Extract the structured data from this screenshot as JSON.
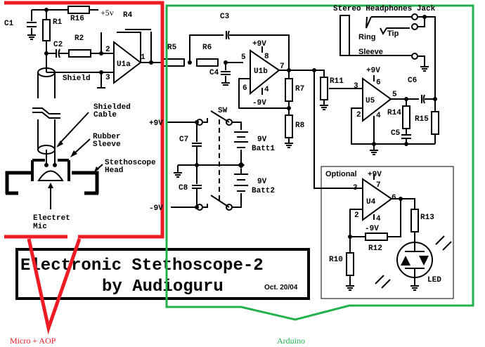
{
  "title": {
    "line1": "Electronic Stethoscope-2",
    "line2": "by Audioguru",
    "date": "Oct. 20/04"
  },
  "regions": {
    "red": {
      "label": "Micro + AOP",
      "color": "#ed1c24"
    },
    "green": {
      "label": "Arduino",
      "color": "#22b14c"
    }
  },
  "components": {
    "C1": "C1",
    "R1": "R1",
    "R16": "R16",
    "v5": "+5v",
    "R4": "R4",
    "C2": "C2",
    "R2": "R2",
    "U1a": "U1a",
    "pin2": "2",
    "pin3": "3",
    "pin1": "1",
    "shield": "Shield",
    "R5": "R5",
    "R6": "R6",
    "C3": "C3",
    "C4": "C4",
    "U1b": "U1b",
    "p5": "5",
    "p6": "6",
    "p7": "7",
    "p8": "8",
    "p4": "4",
    "u1b_vp": "+9V",
    "u1b_vn": "-9V",
    "R7": "R7",
    "R8": "R8",
    "R11": "R11",
    "jack": "Stereo Headphones Jack",
    "ring": "Ring",
    "tip": "Tip",
    "sleeve": "Sleeve",
    "C6": "C6",
    "U5": "U5",
    "u5_vp": "+9V",
    "u5p3": "3",
    "u5p2": "2",
    "u5p6": "6",
    "u5p4": "4",
    "u5p5": "5",
    "R14": "R14",
    "R15": "R15",
    "C5": "C5",
    "sw": "SW",
    "plus9": "+9V",
    "minus9": "-9V",
    "C7": "C7",
    "C8": "C8",
    "batt1a": "9V",
    "batt1b": "Batt1",
    "batt2a": "9V",
    "batt2b": "Batt2",
    "optional": "Optional",
    "U4": "U4",
    "u4_vp": "+9V",
    "u4_vn": "-9V",
    "u4p3": "3",
    "u4p2": "2",
    "u4p6": "6",
    "u4p7": "7",
    "u4p4": "4",
    "R10": "R10",
    "R12": "R12",
    "R13": "R13",
    "LED": "LED"
  },
  "callouts": {
    "cable1": "Shielded",
    "cable2": "Cable",
    "sleeve1": "Rubber",
    "sleeve2": "Sleeve",
    "head1": "Stethoscope",
    "head2": "Head",
    "mic1": "Electret",
    "mic2": "Mic"
  }
}
